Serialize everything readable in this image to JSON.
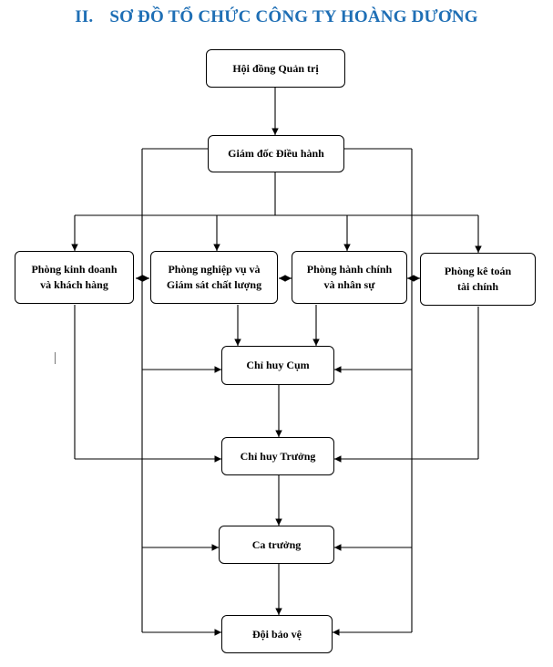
{
  "title": {
    "number": "II.",
    "text": "SƠ ĐỒ TỔ CHỨC CÔNG TY HOÀNG DƯƠNG"
  },
  "nodes": {
    "board": "Hội đồng Quản trị",
    "director": "Giám đốc Điều hành",
    "sales": "Phòng kinh doanh\nvà khách hàng",
    "operations": "Phòng nghiệp vụ và\nGiám sát chất lượng",
    "admin": "Phòng hành chính\nvà nhân sự",
    "accounting": "Phòng kê toán\ntài chính",
    "cluster_commander": "Chỉ huy Cụm",
    "chief_commander": "Chỉ huy Trưởng",
    "shift_leader": "Ca trưởng",
    "security_team": "Đội bảo vệ"
  },
  "colors": {
    "title": "#1f6fb5",
    "line": "#000000"
  }
}
